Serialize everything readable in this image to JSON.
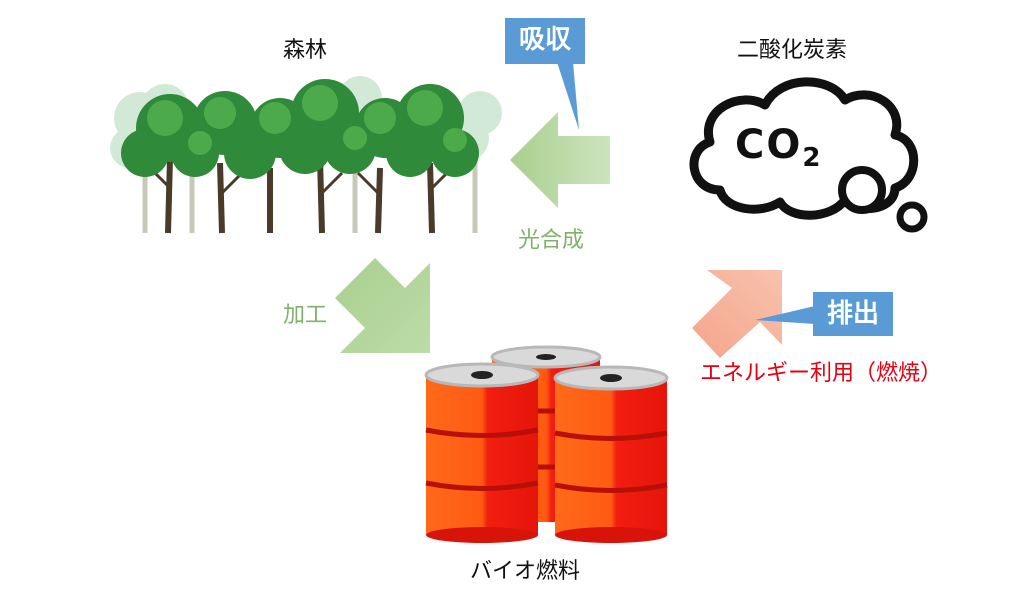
{
  "labels": {
    "forest": "森林",
    "co2_title": "二酸化炭素",
    "co2_symbol_c": "CO",
    "co2_symbol_sub": "2",
    "photosynthesis": "光合成",
    "processing": "加工",
    "biofuel": "バイオ燃料",
    "energy_use": "エネルギー利用（燃焼）"
  },
  "callouts": {
    "absorb": "吸収",
    "emit": "排出"
  },
  "colors": {
    "callout_blue": "#5b9bd5",
    "green_arrow": "#a9cf8f",
    "green_text": "#7fb26a",
    "red_text": "#e60012",
    "orange_arrow": "#f4a58a",
    "drum_red": "#f21e10",
    "drum_orange": "#ff6a1a"
  }
}
